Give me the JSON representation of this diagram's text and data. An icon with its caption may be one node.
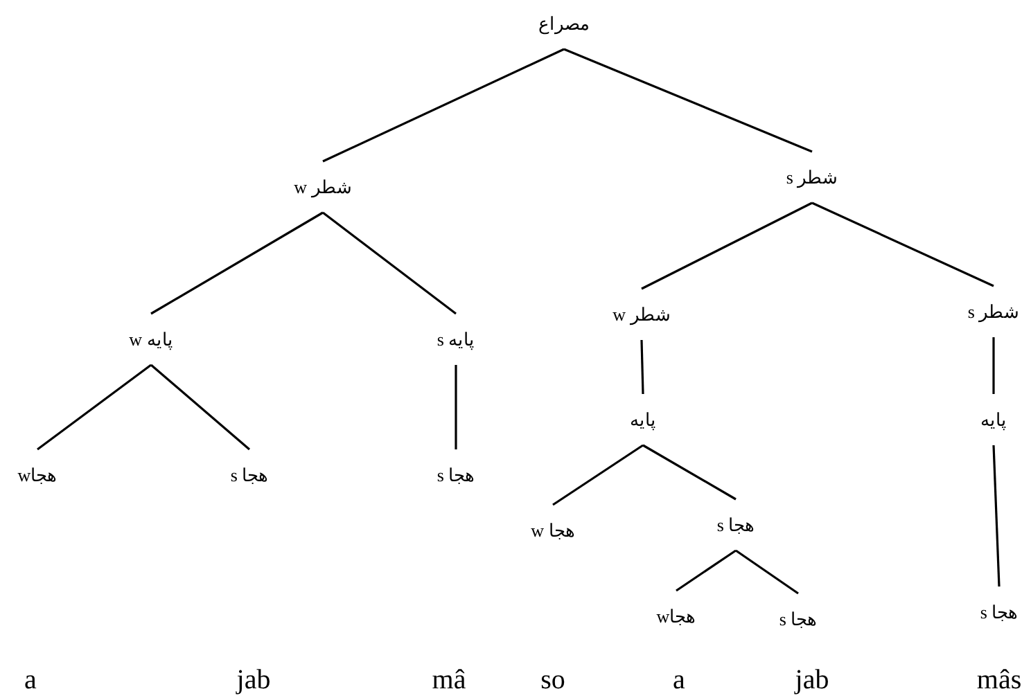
{
  "diagram": {
    "nodes": [
      {
        "text": [
          "مصراع"
        ]
      },
      {
        "text": [
          "شطر w"
        ]
      },
      {
        "text": [
          "شطر s"
        ]
      },
      {
        "text": [
          "پایه w"
        ]
      },
      {
        "text": [
          "پایه s"
        ]
      },
      {
        "text": [
          "شطر w"
        ]
      },
      {
        "text": [
          "شطر s"
        ]
      },
      {
        "text": [
          "هجاw"
        ]
      },
      {
        "text": [
          "هجا s"
        ]
      },
      {
        "text": [
          "هجا s"
        ]
      },
      {
        "text": [
          "پایه"
        ]
      },
      {
        "text": [
          "پایه"
        ]
      },
      {
        "text": [
          "هجا w"
        ]
      },
      {
        "text": [
          "هجا s"
        ]
      },
      {
        "text": [
          "هجاw"
        ]
      },
      {
        "text": [
          "هجا s"
        ]
      },
      {
        "text": [
          "هجا s"
        ]
      }
    ],
    "edges": [
      {
        "from": 0,
        "to": 1,
        "arrow": "none"
      },
      {
        "from": 0,
        "to": 2,
        "arrow": "none"
      },
      {
        "from": 1,
        "to": 3,
        "arrow": "none"
      },
      {
        "from": 1,
        "to": 4,
        "arrow": "none"
      },
      {
        "from": 2,
        "to": 5,
        "arrow": "none"
      },
      {
        "from": 2,
        "to": 6,
        "arrow": "none"
      },
      {
        "from": 3,
        "to": 7,
        "arrow": "none"
      },
      {
        "from": 3,
        "to": 8,
        "arrow": "none"
      },
      {
        "from": 4,
        "to": 9,
        "arrow": "none"
      },
      {
        "from": 5,
        "to": 10,
        "arrow": "none"
      },
      {
        "from": 6,
        "to": 11,
        "arrow": "none"
      },
      {
        "from": 10,
        "to": 12,
        "arrow": "none"
      },
      {
        "from": 10,
        "to": 13,
        "arrow": "none"
      },
      {
        "from": 13,
        "to": 14,
        "arrow": "none"
      },
      {
        "from": 13,
        "to": 15,
        "arrow": "none"
      },
      {
        "from": 11,
        "to": 16,
        "arrow": "none"
      }
    ],
    "labels": [
      "a",
      "jab",
      "mâ",
      "so",
      "a",
      "jab",
      "mâs"
    ]
  }
}
